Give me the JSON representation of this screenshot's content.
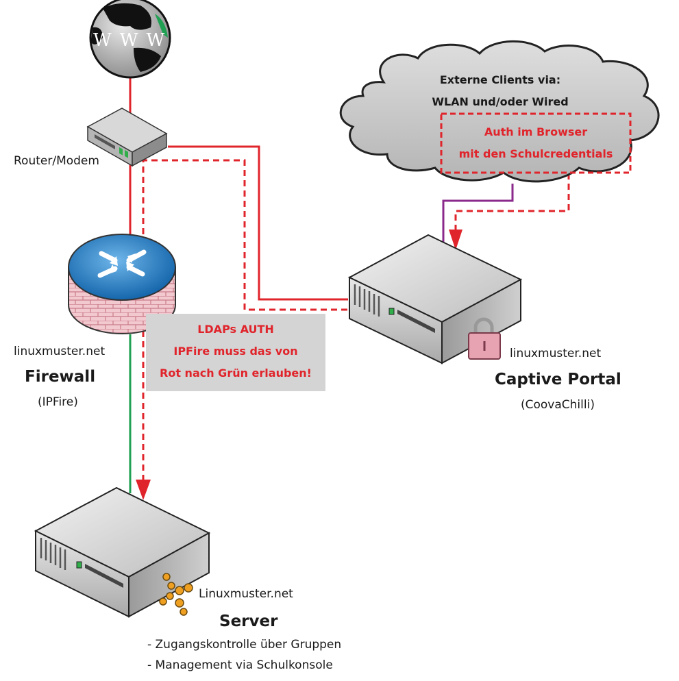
{
  "internet": {
    "label": "WWW"
  },
  "router": {
    "label": "Router/Modem"
  },
  "firewall": {
    "brand": "linuxmuster.net",
    "title": "Firewall",
    "subtitle": "(IPFire)"
  },
  "ldap_note": {
    "line1": "LDAPs AUTH",
    "line2": "IPFire muss das von",
    "line3": "Rot nach Grün erlauben!"
  },
  "clients": {
    "line1": "Externe Clients via:",
    "line2": "WLAN und/oder Wired"
  },
  "auth_box": {
    "line1": "Auth im Browser",
    "line2": "mit den Schulcredentials"
  },
  "captive": {
    "brand": "linuxmuster.net",
    "title": "Captive Portal",
    "subtitle": "(CoovaChilli)"
  },
  "server": {
    "brand": "Linuxmuster.net",
    "title": "Server",
    "bullet1": "- Zugangskontrolle über Gruppen",
    "bullet2": "- Management via Schulkonsole"
  },
  "colors": {
    "red": "#e0242b",
    "green": "#1fa052",
    "purple": "#8b2a8b",
    "grey_box": "#d4d4d4"
  }
}
